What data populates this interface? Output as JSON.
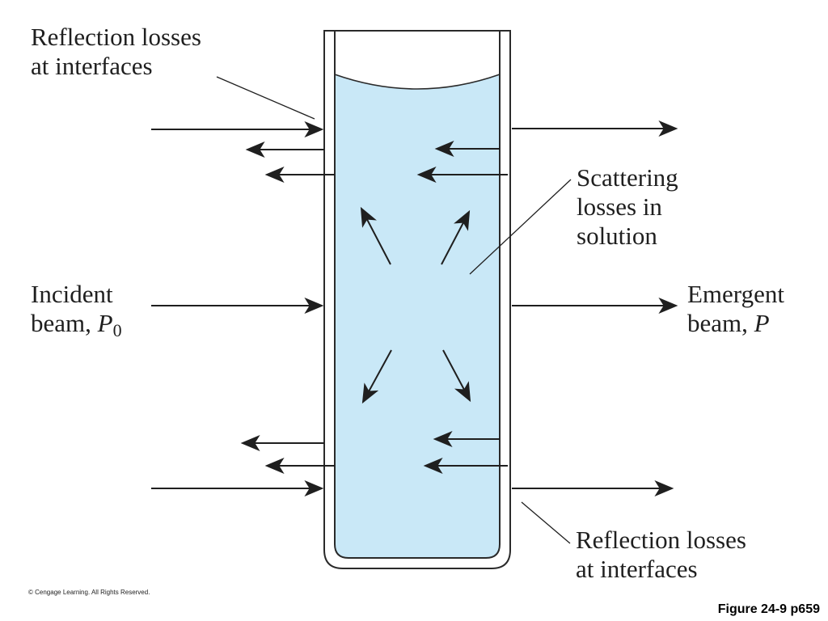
{
  "colors": {
    "solution": "#c9e8f7",
    "cell_wall": "#2a2a2a",
    "arrow": "#1f1f1f",
    "text": "#1f1f1f"
  },
  "labels": {
    "reflection_top": {
      "line1": "Reflection losses",
      "line2": "at interfaces"
    },
    "scattering": {
      "line1": "Scattering",
      "line2": "losses in",
      "line3": "solution"
    },
    "incident": {
      "line1": "Incident",
      "line2_prefix": "beam, ",
      "symbol": "P",
      "subscript": "0"
    },
    "emergent": {
      "line1": "Emergent",
      "line2_prefix": "beam, ",
      "symbol": "P"
    },
    "reflection_bottom": {
      "line1": "Reflection losses",
      "line2": "at interfaces"
    }
  },
  "footer": {
    "copyright": "© Cengage Learning. All Rights Reserved.",
    "figure_ref": "Figure 24-9 p659"
  }
}
